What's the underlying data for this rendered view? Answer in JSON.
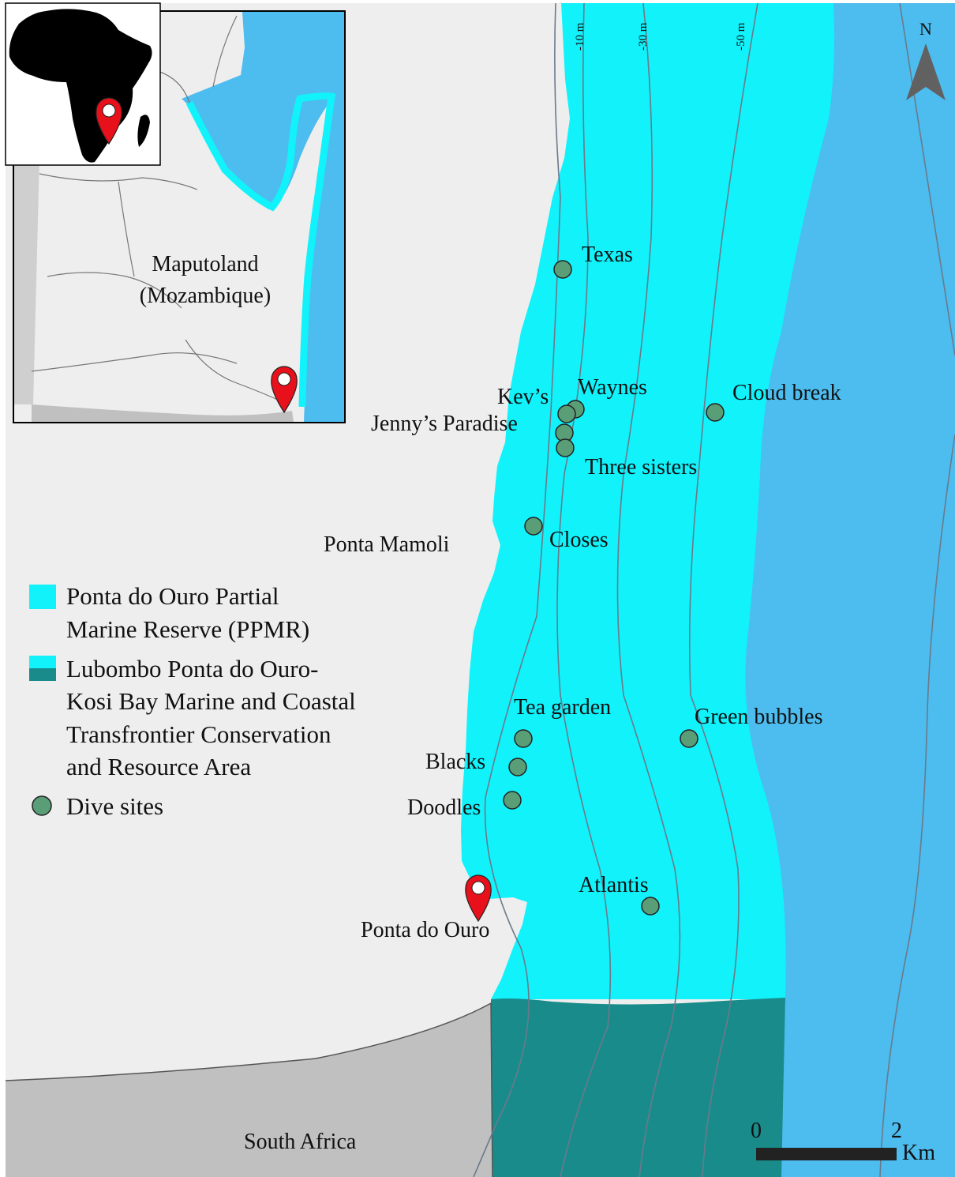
{
  "inset": {
    "region_label_line1": "Maputoland",
    "region_label_line2": "(Mozambique)"
  },
  "depth_labels": [
    "-10 m",
    "-30 m",
    "-50 m"
  ],
  "place_labels": {
    "ponta_mamoli": "Ponta Mamoli",
    "ponta_do_ouro": "Ponta do Ouro",
    "south_africa": "South Africa"
  },
  "dive_sites": [
    {
      "name": "Texas"
    },
    {
      "name": "Waynes"
    },
    {
      "name": "Kev’s"
    },
    {
      "name": "Jenny’s Paradise"
    },
    {
      "name": "Three sisters"
    },
    {
      "name": "Cloud break"
    },
    {
      "name": "Closes"
    },
    {
      "name": "Tea garden"
    },
    {
      "name": "Green bubbles"
    },
    {
      "name": "Blacks"
    },
    {
      "name": "Doodles"
    },
    {
      "name": "Atlantis"
    }
  ],
  "legend": {
    "ppmr_line1": "Ponta do Ouro Partial",
    "ppmr_line2": "Marine Reserve (PPMR)",
    "tfca_line1": "Lubombo Ponta do Ouro-",
    "tfca_line2": "Kosi Bay Marine and Coastal",
    "tfca_line3": "Transfrontier Conservation",
    "tfca_line4": "and Resource Area",
    "dive_sites": "Dive sites"
  },
  "north_label": "N",
  "scale": {
    "start": "0",
    "end": "2",
    "unit": "Km"
  },
  "colors": {
    "land": "#eeeeee",
    "south_africa_land": "#c0c0c0",
    "reserve": "#11f2fb",
    "transfrontier": "#1a8b8b",
    "deep_sea": "#4dbcef",
    "dive_site": "#5a9e78",
    "marker": "#e8101a"
  },
  "icons": [
    "north-arrow-icon",
    "location-pin-icon",
    "dive-site-dot-icon",
    "africa-silhouette-icon"
  ]
}
